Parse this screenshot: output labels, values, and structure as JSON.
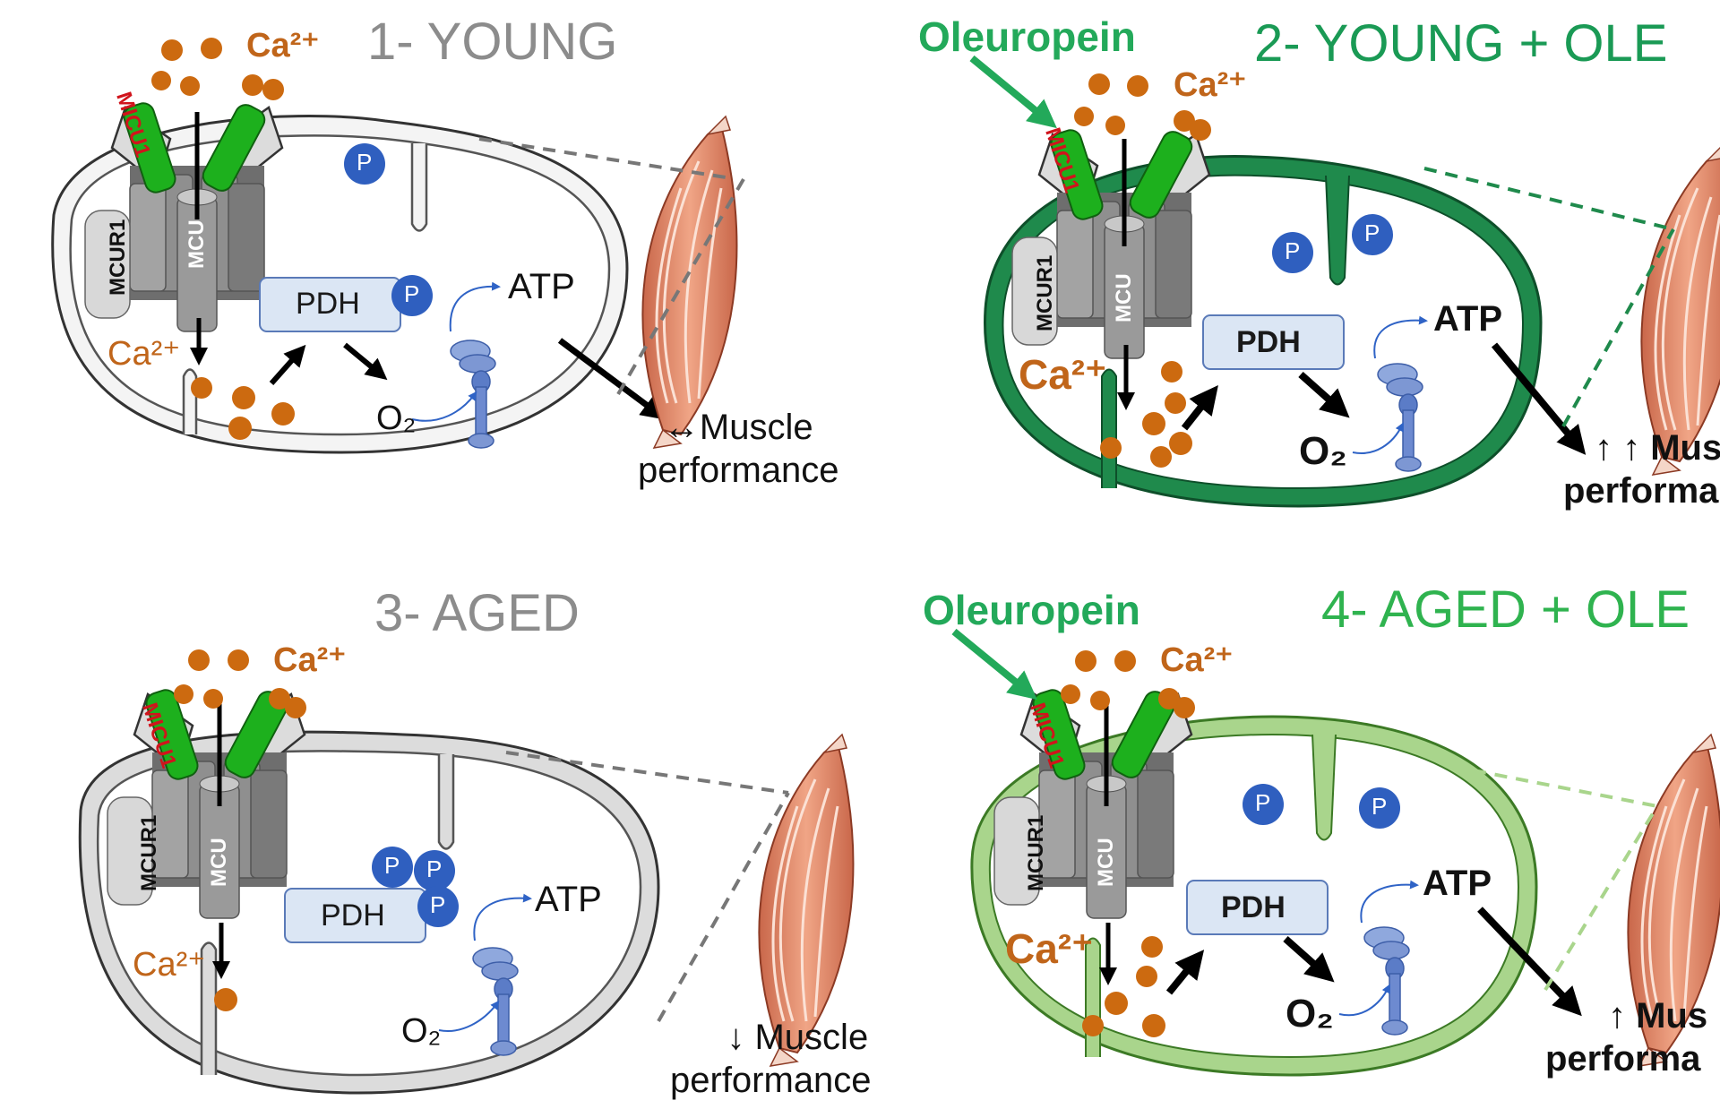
{
  "panels": {
    "young": {
      "title": "1- YOUNG",
      "ca_top": "Ca²⁺",
      "ca_matrix": "Ca²⁺",
      "micu1": "MICU1",
      "mcur1": "MCUR1",
      "mcu": "MCU",
      "pdh": "PDH",
      "p": "P",
      "atp": "ATP",
      "o2": "O₂",
      "outcome_line1": "↔Muscle",
      "outcome_line2": "performance"
    },
    "young_ole": {
      "title": "2- YOUNG + OLE",
      "agent": "Oleuropein",
      "ca_top": "Ca²⁺",
      "ca_matrix": "Ca²⁺",
      "micu1": "MICU1",
      "mcur1": "MCUR1",
      "mcu": "MCU",
      "pdh": "PDH",
      "p": "P",
      "atp": "ATP",
      "o2": "O₂",
      "outcome_line1": "↑ ↑ Mus",
      "outcome_line2": "performa"
    },
    "aged": {
      "title": "3- AGED",
      "ca_top": "Ca²⁺",
      "ca_matrix": "Ca²⁺",
      "micu1": "MICU1",
      "mcur1": "MCUR1",
      "mcu": "MCU",
      "pdh": "PDH",
      "p": "P",
      "atp": "ATP",
      "o2": "O₂",
      "outcome_line1": "↓ Muscle",
      "outcome_line2": "performance"
    },
    "aged_ole": {
      "title": "4- AGED + OLE",
      "agent": "Oleuropein",
      "ca_top": "Ca²⁺",
      "ca_matrix": "Ca²⁺",
      "micu1": "MICU1",
      "mcur1": "MCUR1",
      "mcu": "MCU",
      "pdh": "PDH",
      "p": "P",
      "atp": "ATP",
      "o2": "O₂",
      "outcome_line1": "↑ Mus",
      "outcome_line2": "performa"
    }
  },
  "colors": {
    "membrane_young": "#f4f4f4",
    "membrane_aged": "#dcdcdc",
    "membrane_ole_young": "#1f8a4c",
    "membrane_ole_aged": "#a9d58c",
    "calcium": "#cc6a10",
    "phosphate": "#2f5fbf",
    "pdh_box": "#dbe6f4",
    "muscle": "#e0896a",
    "oleuropein": "#23a95a",
    "micu1_text": "#d0141c"
  },
  "icons": {
    "mcu_channel": "mcu-channel-icon",
    "atp_synthase": "atp-synthase-icon",
    "muscle": "muscle-icon"
  }
}
